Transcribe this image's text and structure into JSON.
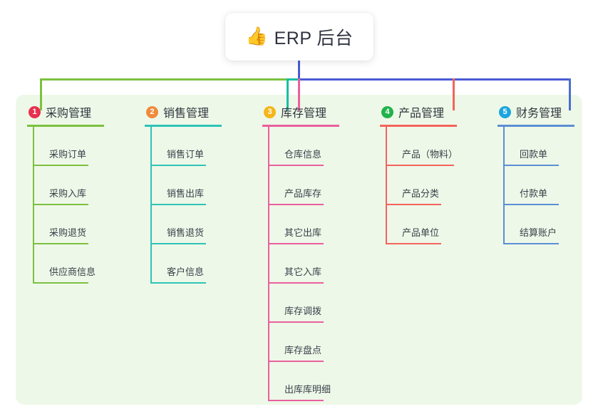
{
  "root": {
    "icon": "thumbs-up-icon",
    "emoji": "👍",
    "title": "ERP 后台"
  },
  "palette": {
    "panel_bg": "#eef8e8",
    "page_bg": "#ffffff",
    "root_line": "#4a5bd4",
    "bus_green": "#7cc141",
    "bus_teal": "#18bfa4",
    "bus_blue": "#4a5bd4"
  },
  "columns": [
    {
      "number": "1",
      "title": "采购管理",
      "badge_color": "#e8304f",
      "line_color": "#7cc141",
      "drop_color": "#7cc141",
      "items": [
        {
          "label": "采购订单"
        },
        {
          "label": "采购入库"
        },
        {
          "label": "采购退货"
        },
        {
          "label": "供应商信息"
        }
      ]
    },
    {
      "number": "2",
      "title": "销售管理",
      "badge_color": "#f08a3c",
      "line_color": "#2ec4b6",
      "drop_color": "#18bfa4",
      "items": [
        {
          "label": "销售订单"
        },
        {
          "label": "销售出库"
        },
        {
          "label": "销售退货"
        },
        {
          "label": "客户信息"
        }
      ]
    },
    {
      "number": "3",
      "title": "库存管理",
      "badge_color": "#f5b61a",
      "line_color": "#ea5f9e",
      "drop_color": "#ea5f9e",
      "items": [
        {
          "label": "仓库信息"
        },
        {
          "label": "产品库存"
        },
        {
          "label": "其它出库"
        },
        {
          "label": "其它入库"
        },
        {
          "label": "库存调拨"
        },
        {
          "label": "库存盘点"
        },
        {
          "label": "出库库明细"
        }
      ]
    },
    {
      "number": "4",
      "title": "产品管理",
      "badge_color": "#22b24c",
      "line_color": "#f4645c",
      "drop_color": "#f4645c",
      "items": [
        {
          "label": "产品（物料）"
        },
        {
          "label": "产品分类"
        },
        {
          "label": "产品单位"
        }
      ]
    },
    {
      "number": "5",
      "title": "财务管理",
      "badge_color": "#1ba5e0",
      "line_color": "#5b8fd4",
      "drop_color": "#4a6fd0",
      "items": [
        {
          "label": "回款单"
        },
        {
          "label": "付款单"
        },
        {
          "label": "结算账户"
        }
      ]
    }
  ]
}
